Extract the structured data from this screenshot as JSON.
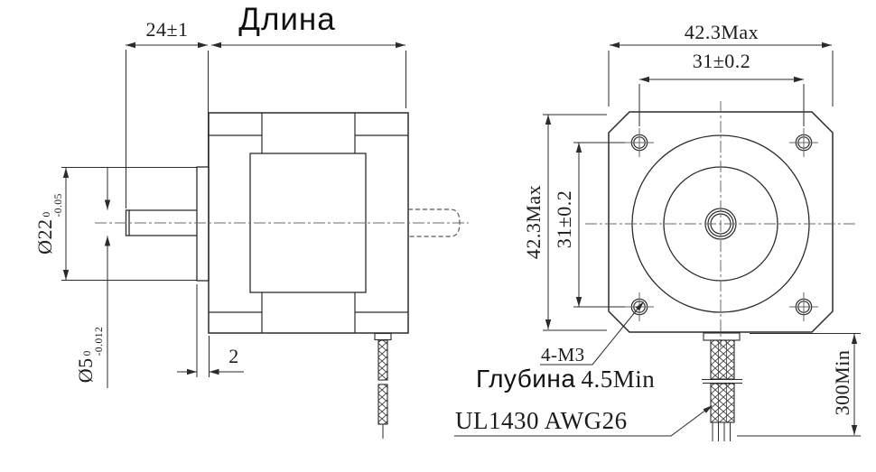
{
  "side": {
    "length_title": "Длина",
    "shaft_length": "24±1",
    "boss_diameter": {
      "base": "Ø22",
      "upper_tol": "0",
      "lower_tol": "-0.05"
    },
    "shaft_diameter": {
      "base": "Ø5",
      "upper_tol": "0",
      "lower_tol": "-0.012"
    },
    "boss_thickness": "2"
  },
  "front": {
    "width_max": "42.3Max",
    "hole_spacing_horizontal": "31±0.2",
    "height_max": "42.3Max",
    "hole_spacing_vertical": "31±0.2",
    "mounting_holes": "4-M3",
    "thread_depth_label": "Глубина",
    "thread_depth_value": "4.5Min",
    "cable_spec": "UL1430 AWG26",
    "cable_length_min": "300Min"
  },
  "colors": {
    "line": "#2b2b2b",
    "centerline": "#6a6a6a",
    "hidden_line": "#555555",
    "background": "#ffffff",
    "text": "#1c1c1c"
  }
}
